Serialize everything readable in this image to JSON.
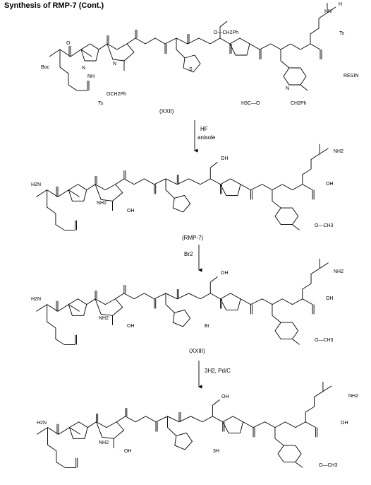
{
  "title": "Synthesis of RMP-7 (Cont.)",
  "compounds": [
    {
      "label": "(XXII)",
      "groups": {
        "protect_n": "Boc",
        "ts1": "Ts",
        "ts2": "Ts",
        "obn1": "OCH2Ph",
        "obn2": "O—CH2Ph",
        "resin": "RESIN",
        "ome": "H3C—O",
        "bn": "CH2Ph",
        "n_me": "N"
      }
    },
    {
      "label": "(RMP-7)",
      "groups": {
        "h2n": "H2N",
        "oh1": "OH",
        "oh2": "OH",
        "cooh": "OH",
        "ome": "O—CH3"
      }
    },
    {
      "label": "(XXIII)",
      "groups": {
        "h2n": "H2N",
        "oh1": "OH",
        "oh2": "OH",
        "cooh": "OH",
        "br": "Br",
        "ome": "O—CH3"
      }
    },
    {
      "label": "",
      "groups": {
        "h2n": "H2N",
        "oh1": "OH",
        "oh2": "OH",
        "cooh": "OH",
        "tritium": "3H",
        "ome": "O—CH3"
      }
    }
  ],
  "steps": [
    {
      "reagent_line1": "HF",
      "reagent_line2": "anisole"
    },
    {
      "reagent_line1": "Br2",
      "reagent_line2": ""
    },
    {
      "reagent_line1": "3H2, Pd/C",
      "reagent_line2": ""
    }
  ],
  "atoms": {
    "N": "N",
    "NH": "NH",
    "H": "H",
    "O": "O",
    "S": "S",
    "HN": "HN",
    "NH2": "NH2"
  }
}
